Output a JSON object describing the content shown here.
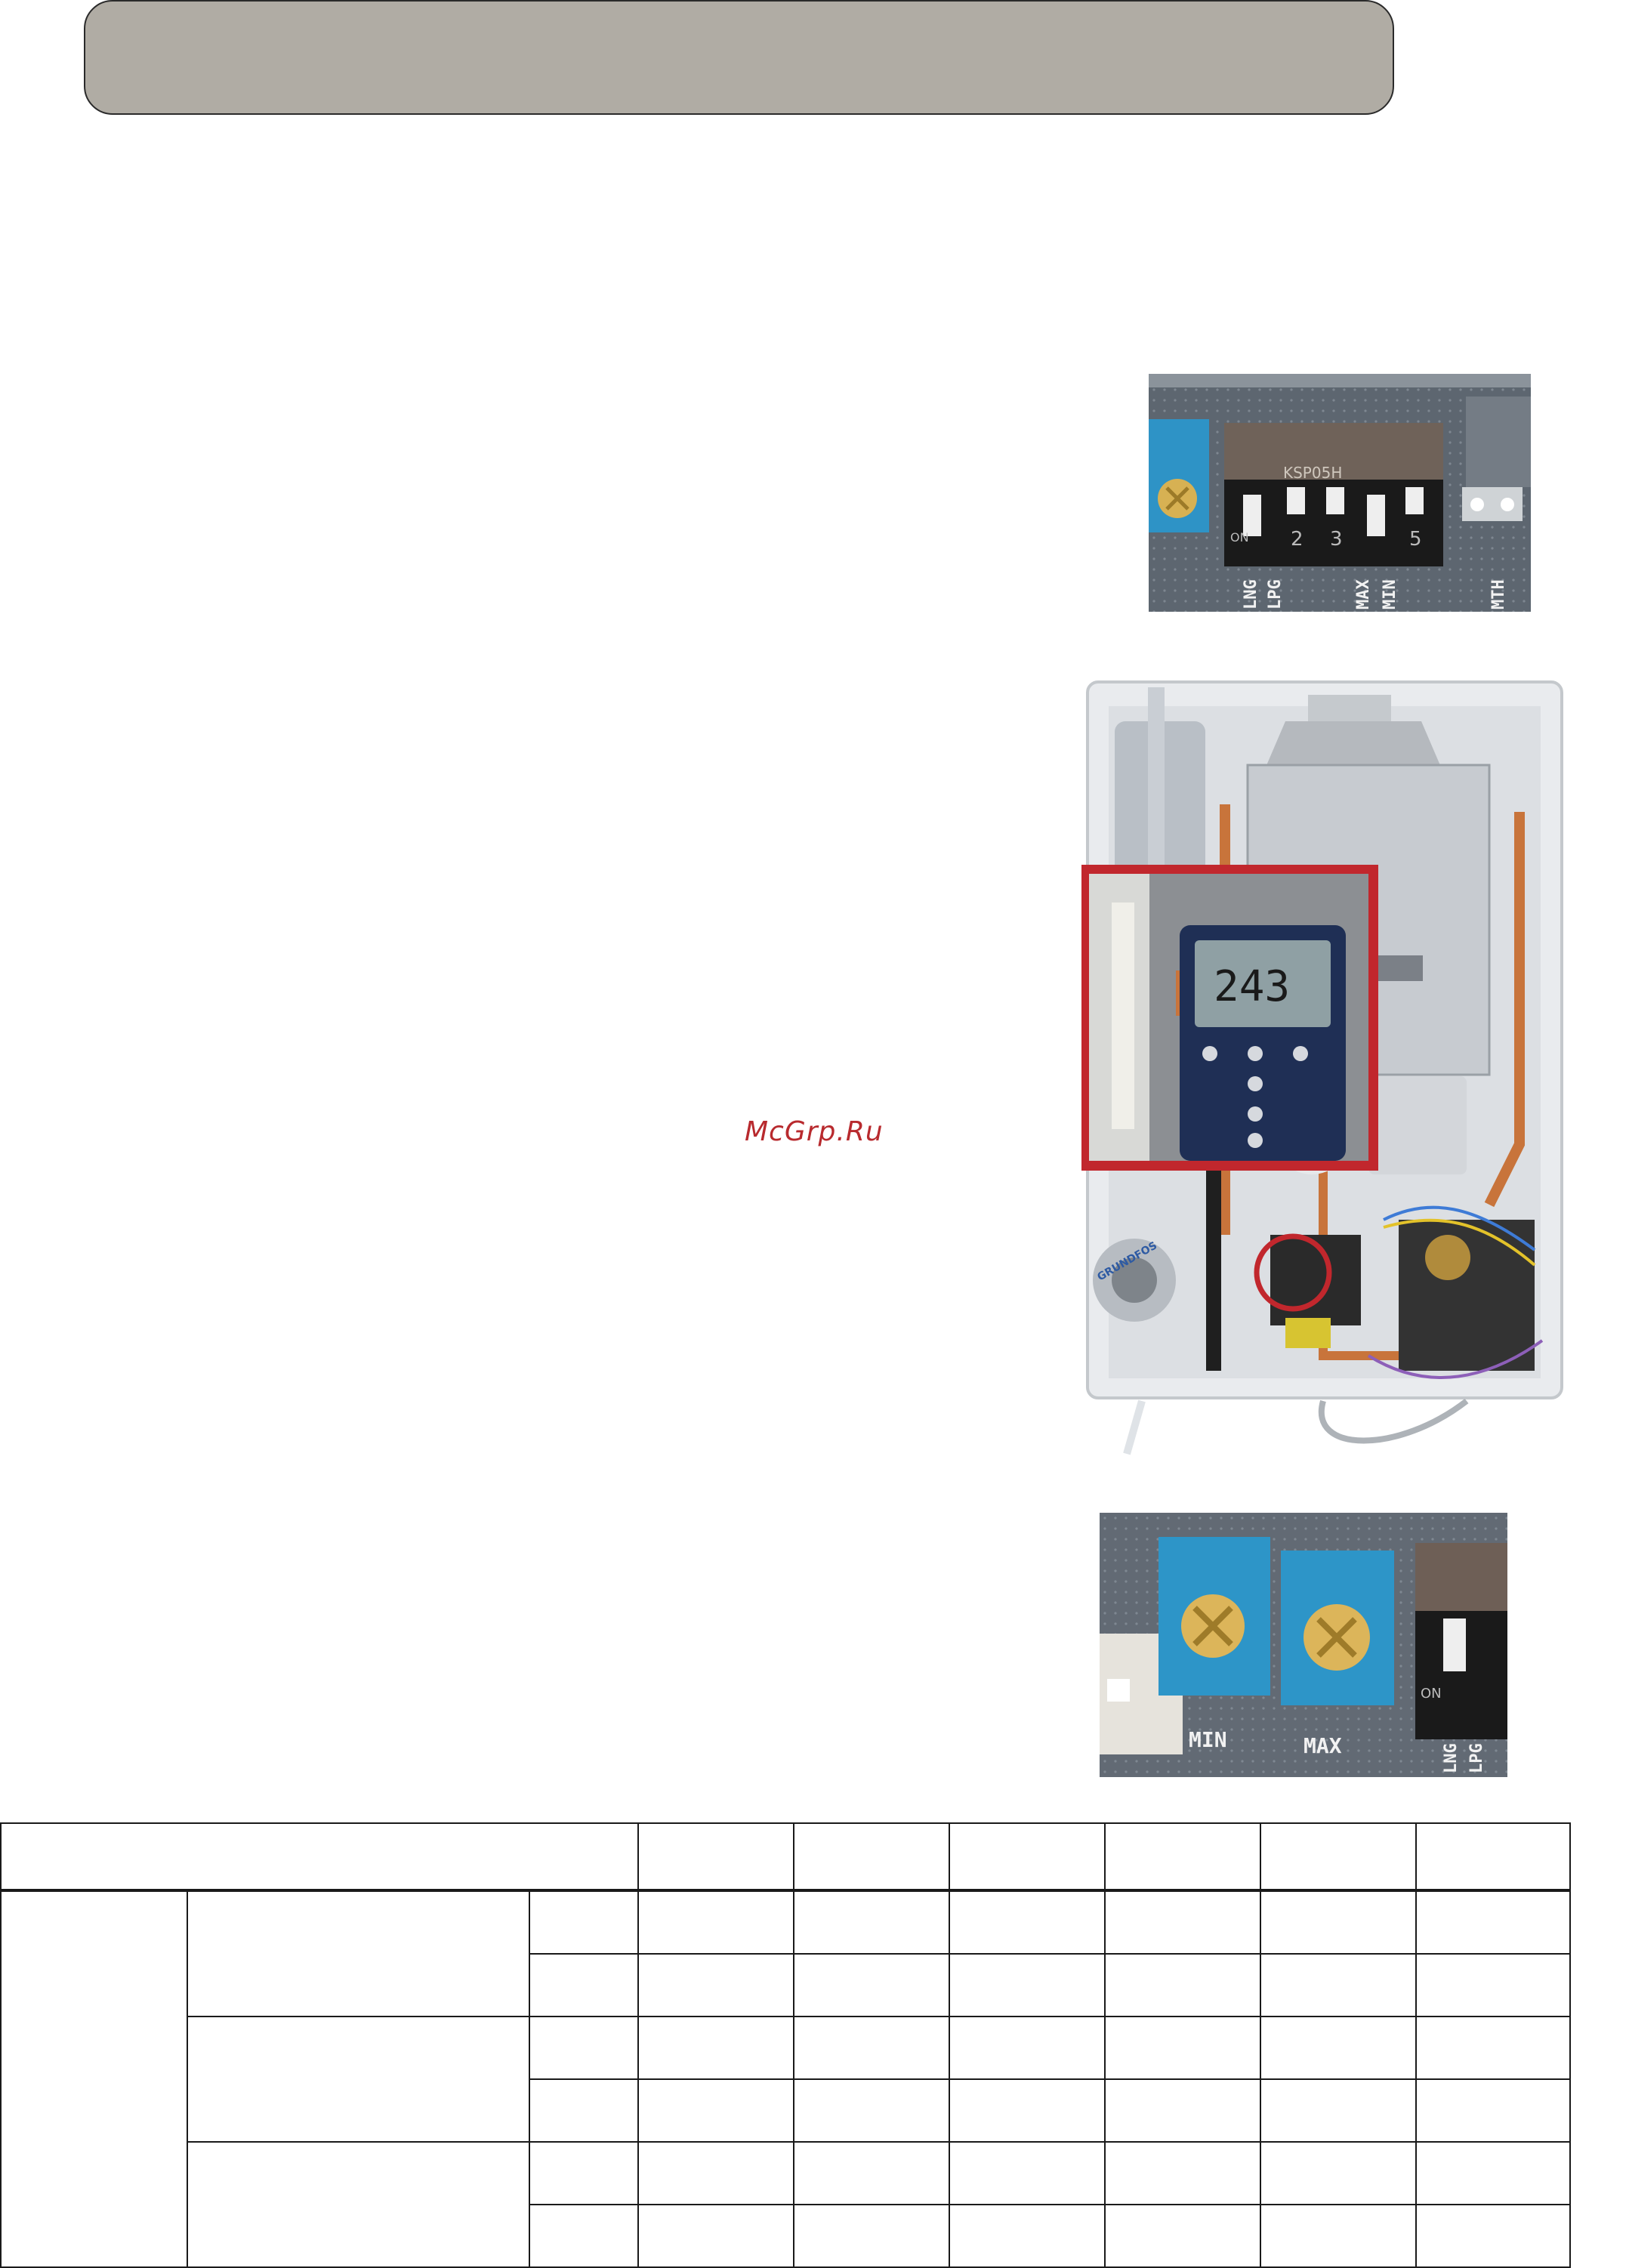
{
  "header": {
    "title": ""
  },
  "watermark": {
    "text": "McGrp.Ru"
  },
  "photos": {
    "dip_switch": {
      "chip_label": "KSP05H",
      "numbers": [
        "2",
        "3",
        "5"
      ],
      "on_label": "ON",
      "bottom_labels": [
        "LNG",
        "LPG",
        "MAX",
        "MIN",
        "MTH"
      ]
    },
    "boiler": {
      "display_reading": "243",
      "pump_brand": "GRUNDFOS"
    },
    "potentiometers": {
      "labels": [
        "MIN",
        "MAX"
      ],
      "switch_labels": [
        "LNG",
        "LPG"
      ],
      "on_label": "ON"
    }
  },
  "icons": {
    "dip_switch_photo": "dip-switch-photo",
    "boiler_photo": "boiler-interior-photo",
    "pots_photo": "potentiometer-photo"
  }
}
